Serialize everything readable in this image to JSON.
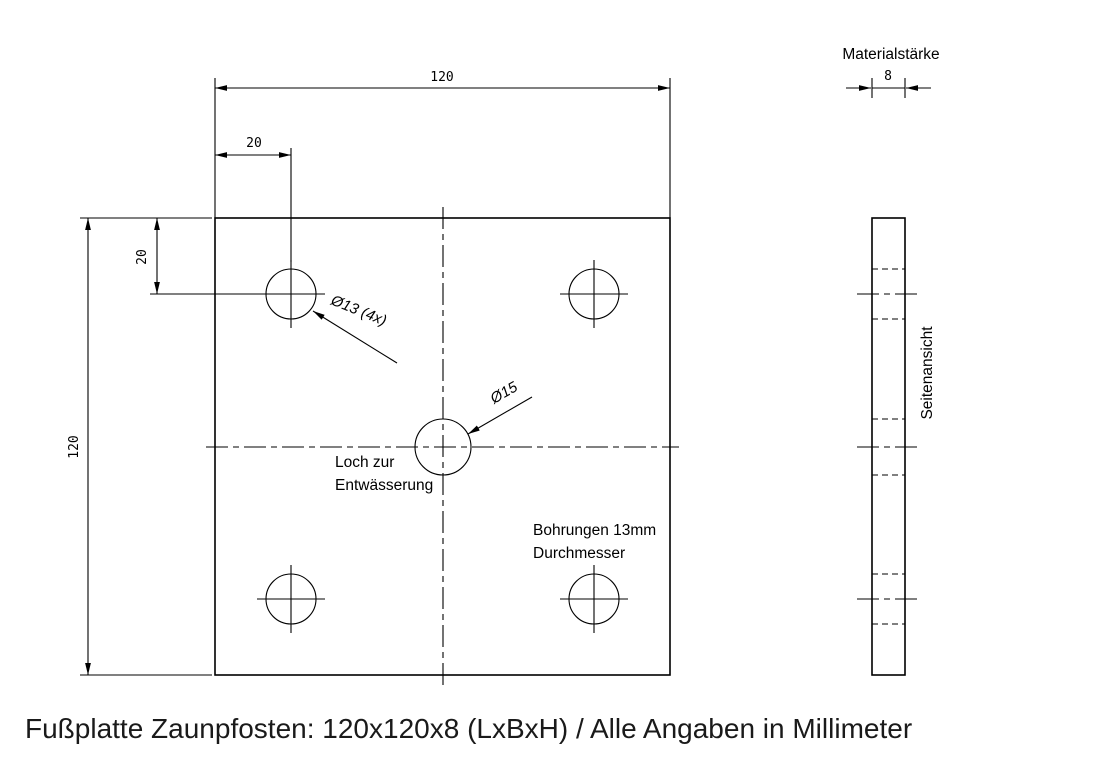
{
  "caption": "Fußplatte Zaunpfosten: 120x120x8 (LxBxH) / Alle Angaben in Millimeter",
  "front_view": {
    "dim_width": "120",
    "dim_height": "120",
    "dim_hole_offset_x": "20",
    "dim_hole_offset_y": "20",
    "leader_corner_holes": "Ø13 (4x)",
    "leader_center_hole": "Ø15",
    "drain_label_line1": "Loch zur",
    "drain_label_line2": "Entwässerung",
    "holes_note_line1": "Bohrungen 13mm",
    "holes_note_line2": "Durchmesser"
  },
  "side_view": {
    "title": "Materialstärke",
    "dim_thickness": "8",
    "view_label": "Seitenansicht"
  }
}
